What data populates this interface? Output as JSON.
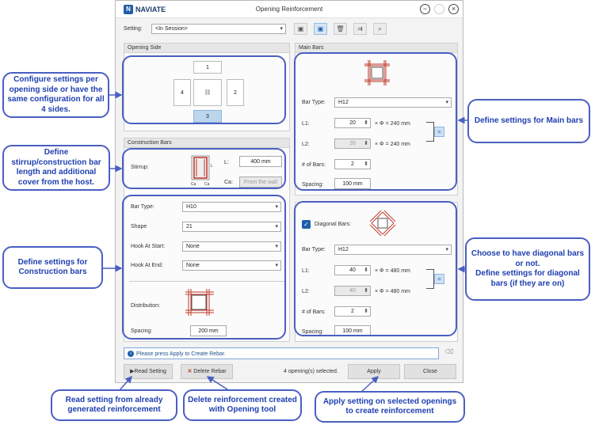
{
  "window": {
    "brand": "NAVIATE",
    "title": "Opening Reinforcement"
  },
  "setting": {
    "label": "Setting:",
    "value": "<In Session>"
  },
  "opening_side": {
    "title": "Opening Side",
    "sides": [
      "1",
      "4",
      "2",
      "3"
    ]
  },
  "construction_bars": {
    "title": "Construction Bars",
    "stirrup_label": "Stirrup:",
    "l_label": "L:",
    "l_value": "400 mm",
    "ca_label": "Ca:",
    "from_wall": "From the wall",
    "bar_type_label": "Bar Type:",
    "bar_type_value": "H10",
    "shape_label": "Shape",
    "shape_value": "21",
    "hook_start_label": "Hook At Start:",
    "hook_start_value": "None",
    "hook_end_label": "Hook At End:",
    "hook_end_value": "None",
    "distribution_label": "Distribution:",
    "spacing_label": "Spacing:",
    "spacing_value": "200 mm"
  },
  "main_bars": {
    "title": "Main Bars",
    "bar_type_label": "Bar Type:",
    "bar_type_value": "H12",
    "l1_label": "L1:",
    "l1_value": "20",
    "l1_formula": "× Φ = 240 mm",
    "l2_label": "L2:",
    "l2_value": "20",
    "l2_formula": "× Φ = 240 mm",
    "num_bars_label": "# of Bars:",
    "num_bars_value": "2",
    "spacing_label": "Spacing:",
    "spacing_value": "100 mm"
  },
  "diagonal_bars": {
    "checkbox_label": "Diagonal Bars:",
    "checked": true,
    "bar_type_label": "Bar Type:",
    "bar_type_value": "H12",
    "l1_label": "L1:",
    "l1_value": "40",
    "l1_formula": "× Φ = 480 mm",
    "l2_label": "L2:",
    "l2_value": "40",
    "l2_formula": "× Φ = 480 mm",
    "num_bars_label": "# of Bars:",
    "num_bars_value": "2",
    "spacing_label": "Spacing:",
    "spacing_value": "100 mm"
  },
  "status": {
    "message": "Please press Apply to Create Rebar.",
    "selected": "4 opening(s) selected."
  },
  "buttons": {
    "read_setting": "Read Setting",
    "delete_rebar": "Delete Rebar",
    "apply": "Apply",
    "close": "Close"
  },
  "callouts": {
    "opening_side": "Configure settings per opening side or have the same configuration for all 4 sides.",
    "stirrup": "Define stirrup/construction bar length and additional cover from the host.",
    "construction": "Define settings for Construction bars",
    "main_bars": "Define settings for Main bars",
    "diagonal": "Choose to have diagonal bars or not.\nDefine settings for diagonal bars (if they are on)",
    "read": "Read setting from already generated reinforcement",
    "delete": "Delete reinforcement created with Opening tool",
    "apply": "Apply setting on selected openings to create reinforcement"
  },
  "colors": {
    "accent": "#4a5fc1",
    "callout_text": "#1f3fb0",
    "selected_side": "#bcd6ee"
  }
}
